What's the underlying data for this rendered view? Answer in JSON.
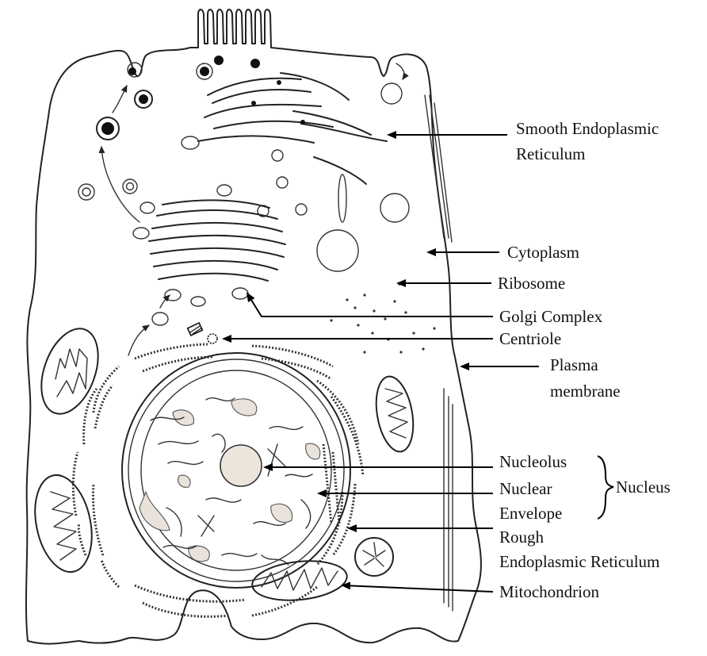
{
  "labels": {
    "smooth_er_line1": "Smooth Endoplasmic",
    "smooth_er_line2": "Reticulum",
    "cytoplasm": "Cytoplasm",
    "ribosome": "Ribosome",
    "golgi": "Golgi Complex",
    "centriole": "Centriole",
    "plasma_line1": "Plasma",
    "plasma_line2": "membrane",
    "nucleolus": "Nucleolus",
    "nuclear_line1": "Nuclear",
    "nuclear_line2": "Envelope",
    "nucleus": "Nucleus",
    "rough_er_line1": "Rough",
    "rough_er_line2": "Endoplasmic Reticulum",
    "mitochondrion": "Mitochondrion"
  }
}
